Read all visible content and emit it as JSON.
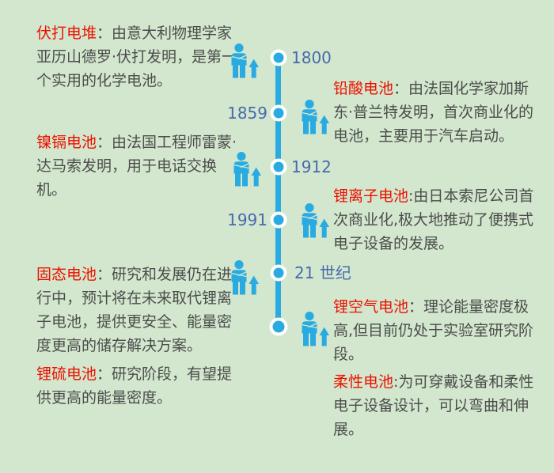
{
  "colors": {
    "background": "#d2e7cd",
    "timeline_blue": "#29abe2",
    "year_label_blue": "#4a69ae",
    "title_red": "#ee0f00",
    "body_text": "#4c4c4c",
    "dot_ring": "#ffffff"
  },
  "icons": {
    "person_growth": "person-with-up-arrow-icon"
  },
  "timeline": {
    "years": [
      {
        "label": "1800",
        "side": "right"
      },
      {
        "label": "1859",
        "side": "left"
      },
      {
        "label": "1912",
        "side": "right"
      },
      {
        "label": "1991",
        "side": "left"
      },
      {
        "label": "21 世纪",
        "side": "right"
      }
    ]
  },
  "blocks": {
    "volta": {
      "title": "伏打电堆",
      "desc": "：由意大利物理学家亚历山德罗·伏打发明，是第一个实用的化学电池。"
    },
    "lead_acid": {
      "title": "铅酸电池",
      "desc": "：由法国化学家加斯东·普兰特发明，首次商业化的电池，主要用于汽车启动。"
    },
    "nicd": {
      "title": "镍镉电池",
      "desc": "：由法国工程师雷蒙·达马索发明，用于电话交换机。"
    },
    "li_ion": {
      "title": "锂离子电池",
      "desc": ":由日本索尼公司首次商业化,极大地推动了便携式电子设备的发展。"
    },
    "solid_state": {
      "title": "固态电池",
      "desc": "：研究和发展仍在进行中，预计将在未来取代锂离子电池，提供更安全、能量密度更高的储存解决方案。"
    },
    "li_s": {
      "title": "锂硫电池",
      "desc": "：研究阶段，有望提供更高的能量密度。"
    },
    "li_air": {
      "title": "锂空气电池",
      "desc": "：理论能量密度极高,但目前仍处于实验室研究阶段。"
    },
    "flexible": {
      "title": "柔性电池",
      "desc": ":为可穿戴设备和柔性电子设备设计，可以弯曲和伸展。"
    }
  }
}
